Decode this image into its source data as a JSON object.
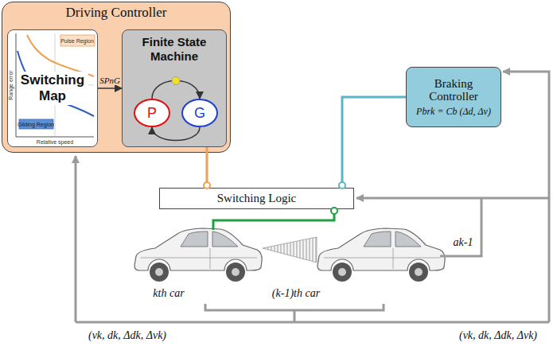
{
  "diagram": {
    "nodes": [
      {
        "text": [
          "Driving Controller"
        ]
      },
      {
        "text": [
          "Switching Map"
        ],
        "in": 0
      },
      {
        "text": [
          "Finite State Machine"
        ],
        "in": 0
      },
      {
        "text": [
          "P"
        ],
        "in": 2
      },
      {
        "text": [
          "G"
        ],
        "in": 2
      },
      {
        "text": [
          "Braking Controller",
          "Pbrk = Cb (Δd, Δv)"
        ]
      },
      {
        "text": [
          "Switching Logic"
        ]
      }
    ],
    "edges": [
      {
        "from": 1,
        "to": 2,
        "arrow": "to",
        "label": "SPnG"
      },
      {
        "from": 3,
        "to": 4,
        "arrow": "to"
      },
      {
        "from": 4,
        "to": 3,
        "arrow": "to"
      },
      {
        "from": 2,
        "to": 6,
        "arrow": "none"
      },
      {
        "from": 5,
        "to": 6,
        "arrow": "none"
      }
    ],
    "labels": [
      "Pulse Region",
      "Gliding Region",
      "Range error",
      "Relative speed",
      "kth car",
      "(k-1)th car",
      "ak-1",
      "(vk, dk, Δdk, Δvk)",
      "(vk, dk, Δdk, Δvk)"
    ]
  }
}
